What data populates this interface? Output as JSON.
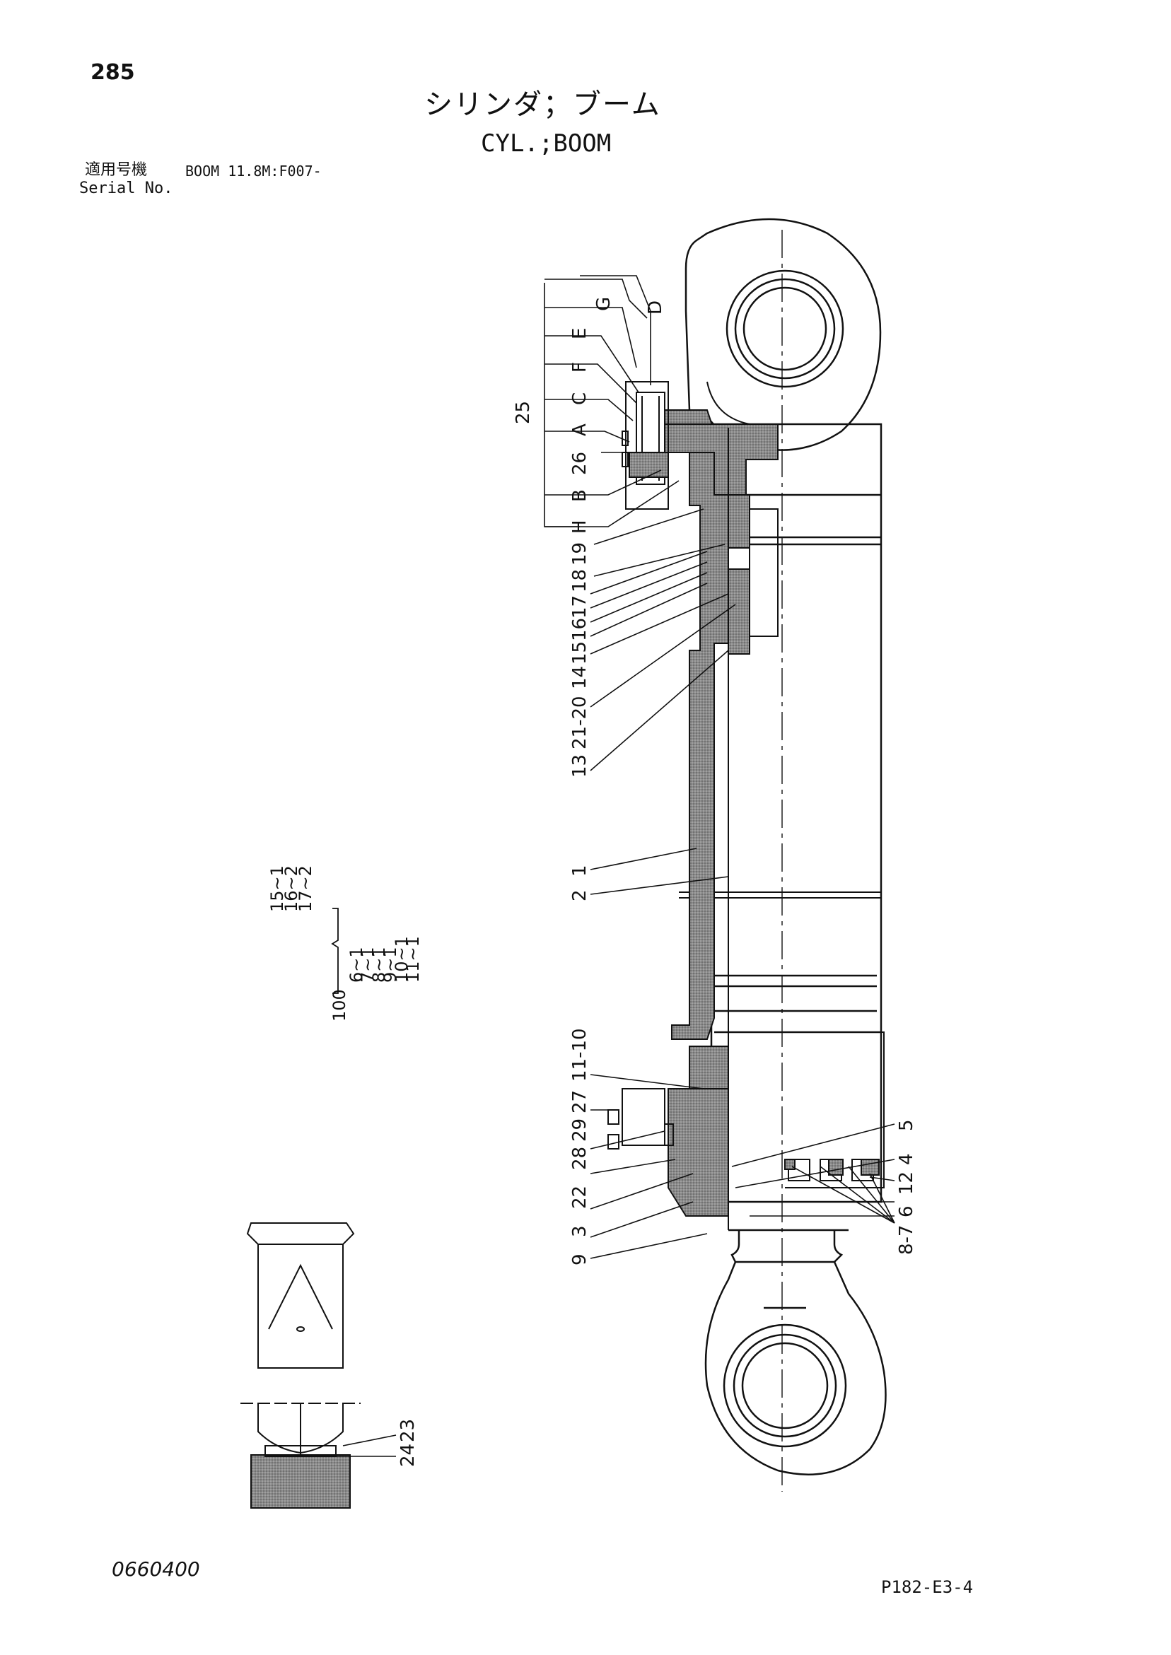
{
  "header": {
    "page_number": "285",
    "title_jp": "シリンダ；ブーム",
    "title_en": "CYL.;BOOM",
    "applicable_label": "適用号機",
    "applicable_value": "BOOM 11.8M:F007-",
    "serial_label": "Serial No."
  },
  "footer": {
    "drawing_number": "0660400",
    "page_code": "P182-E3-4"
  },
  "callouts": {
    "upper_letters": [
      "G",
      "D",
      "E",
      "F",
      "C",
      "A",
      "B",
      "H"
    ],
    "upper_numbers": [
      "25",
      "26",
      "19",
      "18",
      "17",
      "16",
      "15",
      "14",
      "21-20",
      "13",
      "1",
      "2"
    ],
    "lower_left": [
      "27",
      "11-10",
      "29",
      "28",
      "22",
      "3",
      "9"
    ],
    "lower_right": [
      "5",
      "4",
      "12",
      "6",
      "8-7"
    ],
    "detail": [
      "23",
      "24"
    ]
  },
  "kit": {
    "number": "100",
    "left_column": [
      "6~1",
      "7~1",
      "8~1",
      "9~1",
      "10~1",
      "11~1"
    ],
    "right_column": [
      "15~1",
      "16~2",
      "17~2"
    ]
  }
}
